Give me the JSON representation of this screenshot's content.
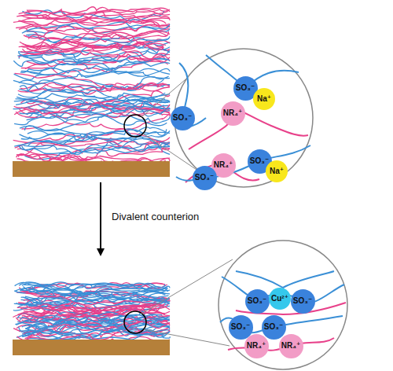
{
  "diagram": {
    "nodes": [
      {
        "text": [
          "SO₃⁻"
        ]
      },
      {
        "text": [
          "SO₃⁻"
        ]
      },
      {
        "text": [
          "Na⁺"
        ]
      },
      {
        "text": [
          "NR₄⁺"
        ]
      },
      {
        "text": [
          "NR₄⁺"
        ]
      },
      {
        "text": [
          "SO₃⁻"
        ]
      },
      {
        "text": [
          "SO₃⁻"
        ]
      },
      {
        "text": [
          "Na⁺"
        ]
      },
      {
        "text": [
          "SO₃⁻"
        ]
      },
      {
        "text": [
          "Cu²⁺"
        ]
      },
      {
        "text": [
          "SO₃⁻"
        ]
      },
      {
        "text": [
          "SO₃⁻"
        ]
      },
      {
        "text": [
          "SO₃⁻"
        ]
      },
      {
        "text": [
          "NR₄⁺"
        ]
      },
      {
        "text": [
          "NR₄⁺"
        ]
      }
    ],
    "labels": [
      "Divalent counterion"
    ]
  }
}
